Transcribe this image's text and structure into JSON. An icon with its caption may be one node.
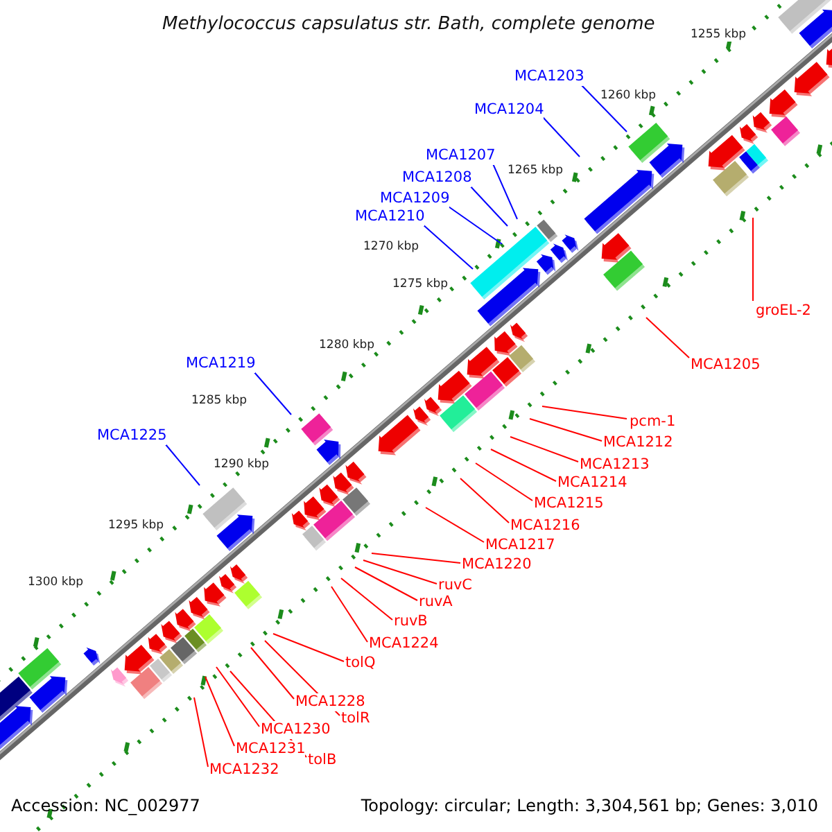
{
  "diagram": {
    "title": "Methylococcus capsulatus str. Bath, complete genome",
    "nodes": [
      {
        "text": [
          "MCA1203"
        ]
      },
      {
        "text": [
          "MCA1204"
        ]
      },
      {
        "text": [
          "MCA1207"
        ]
      },
      {
        "text": [
          "MCA1208"
        ]
      },
      {
        "text": [
          "MCA1209"
        ]
      },
      {
        "text": [
          "MCA1210"
        ]
      },
      {
        "text": [
          "groEL-2"
        ]
      },
      {
        "text": [
          "MCA1205"
        ]
      },
      {
        "text": [
          "MCA1219"
        ]
      },
      {
        "text": [
          "pcm-1"
        ]
      },
      {
        "text": [
          "MCA1212"
        ]
      },
      {
        "text": [
          "MCA1213"
        ]
      },
      {
        "text": [
          "MCA1214"
        ]
      },
      {
        "text": [
          "MCA1215"
        ]
      },
      {
        "text": [
          "MCA1216"
        ]
      },
      {
        "text": [
          "MCA1217"
        ]
      },
      {
        "text": [
          "MCA1225"
        ]
      },
      {
        "text": [
          "MCA1220"
        ]
      },
      {
        "text": [
          "ruvC"
        ]
      },
      {
        "text": [
          "ruvA"
        ]
      },
      {
        "text": [
          "ruvB"
        ]
      },
      {
        "text": [
          "MCA1224"
        ]
      },
      {
        "text": [
          "tolQ"
        ]
      },
      {
        "text": [
          "MCA1228"
        ]
      },
      {
        "text": [
          "tolR"
        ]
      },
      {
        "text": [
          "MCA1230"
        ]
      },
      {
        "text": [
          "MCA1231"
        ]
      },
      {
        "text": [
          "tolB"
        ]
      },
      {
        "text": [
          "MCA1232"
        ]
      }
    ],
    "edges": [
      {
        "from": 0,
        "to": null,
        "arrow": "none",
        "color": "#0000ff"
      },
      {
        "from": 1,
        "to": null,
        "arrow": "none",
        "color": "#0000ff"
      },
      {
        "from": 2,
        "to": null,
        "arrow": "none",
        "color": "#0000ff"
      },
      {
        "from": 3,
        "to": null,
        "arrow": "none",
        "color": "#0000ff"
      },
      {
        "from": 4,
        "to": null,
        "arrow": "none",
        "color": "#0000ff"
      },
      {
        "from": 5,
        "to": null,
        "arrow": "none",
        "color": "#0000ff"
      },
      {
        "from": 6,
        "to": null,
        "arrow": "none"
      },
      {
        "from": 7,
        "to": null,
        "arrow": "none"
      },
      {
        "from": 8,
        "to": null,
        "arrow": "none",
        "color": "#0000ff"
      },
      {
        "from": 9,
        "to": null,
        "arrow": "none"
      },
      {
        "from": 10,
        "to": null,
        "arrow": "none"
      },
      {
        "from": 11,
        "to": null,
        "arrow": "none"
      },
      {
        "from": 12,
        "to": null,
        "arrow": "none"
      },
      {
        "from": 13,
        "to": null,
        "arrow": "none"
      },
      {
        "from": 14,
        "to": null,
        "arrow": "none"
      },
      {
        "from": 15,
        "to": null,
        "arrow": "none"
      },
      {
        "from": 16,
        "to": null,
        "arrow": "none",
        "color": "#0000ff"
      },
      {
        "from": 17,
        "to": null,
        "arrow": "none"
      },
      {
        "from": 18,
        "to": null,
        "arrow": "none"
      },
      {
        "from": 19,
        "to": null,
        "arrow": "none"
      },
      {
        "from": 20,
        "to": null,
        "arrow": "none"
      },
      {
        "from": 21,
        "to": null,
        "arrow": "none"
      },
      {
        "from": 22,
        "to": null,
        "arrow": "none"
      },
      {
        "from": 23,
        "to": null,
        "arrow": "none"
      },
      {
        "from": 24,
        "to": null,
        "arrow": "none"
      },
      {
        "from": 25,
        "to": null,
        "arrow": "none"
      },
      {
        "from": 26,
        "to": null,
        "arrow": "none"
      },
      {
        "from": 27,
        "to": null,
        "arrow": "none"
      },
      {
        "from": 28,
        "to": null,
        "arrow": "none"
      }
    ],
    "labels": [
      "1255 kbp",
      "1260 kbp",
      "1265 kbp",
      "1270 kbp",
      "1275 kbp",
      "1280 kbp",
      "1285 kbp",
      "1290 kbp",
      "1295 kbp",
      "1300 kbp",
      "Accession: NC_002977",
      "Topology: circular; Length: 3,304,561 bp; Genes: 3,010"
    ]
  }
}
